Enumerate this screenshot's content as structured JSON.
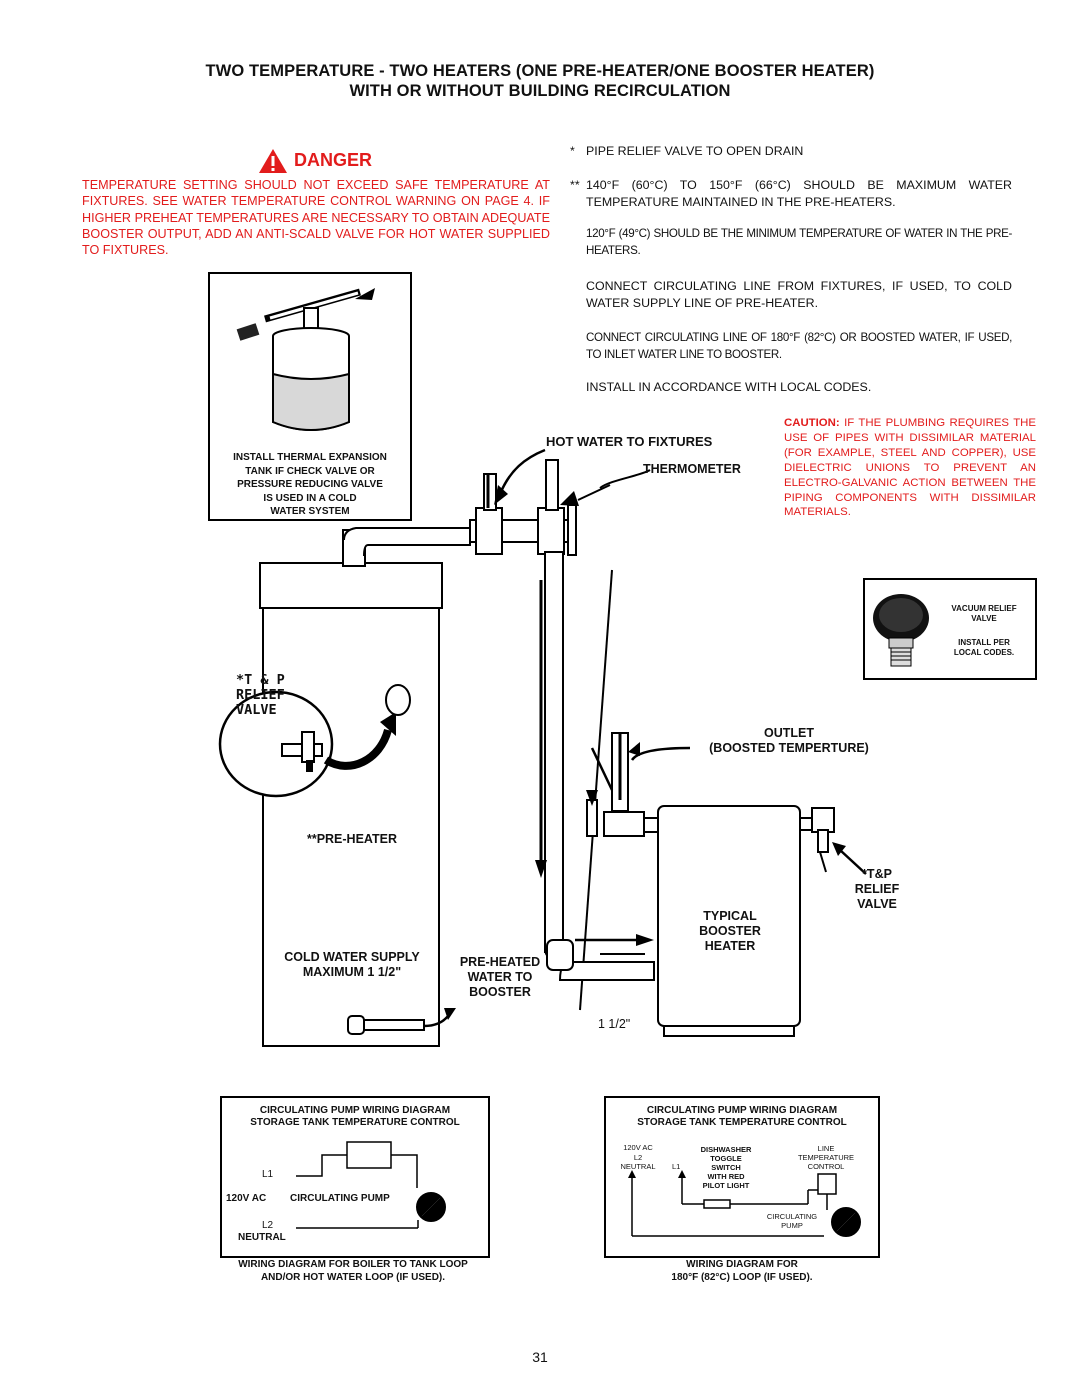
{
  "title": {
    "line1": "TWO TEMPERATURE - TWO HEATERS (ONE PRE-HEATER/ONE BOOSTER HEATER)",
    "line2": "WITH OR WITHOUT BUILDING RECIRCULATION"
  },
  "danger": {
    "heading": "DANGER",
    "text": "TEMPERATURE SETTING SHOULD NOT EXCEED SAFE TEMPERATURE AT FIXTURES. SEE WATER TEMPERATURE CONTROL WARNING ON PAGE 4. IF HIGHER PREHEAT TEMPERATURES ARE NECESSARY TO OBTAIN ADEQUATE BOOSTER OUTPUT, ADD AN ANTI-SCALD VALVE FOR HOT WATER SUPPLIED TO FIXTURES."
  },
  "notes": [
    {
      "mark": "*",
      "text": "PIPE RELIEF VALVE TO OPEN DRAIN"
    },
    {
      "mark": "**",
      "text": "140°F (60°C) TO 150°F (66°C) SHOULD BE MAXIMUM WATER TEMPERATURE MAINTAINED IN THE PRE-HEATERS."
    },
    {
      "mark": "",
      "text": "120°F (49°C) SHOULD BE THE MINIMUM TEMPERATURE OF WATER IN THE PRE-   HEATERS."
    },
    {
      "mark": "",
      "text": "CONNECT CIRCULATING LINE FROM FIXTURES, IF USED, TO COLD WATER SUPPLY LINE OF PRE-HEATER."
    },
    {
      "mark": "",
      "text": "CONNECT CIRCULATING LINE OF 180°F (82°C) OR BOOSTED WATER, IF USED, TO INLET WATER LINE TO BOOSTER."
    },
    {
      "mark": "",
      "text": "INSTALL IN ACCORDANCE WITH LOCAL CODES."
    }
  ],
  "caution": {
    "lead": "CAUTION:",
    "text": " IF THE PLUMBING REQUIRES THE USE OF PIPES WITH DISSIMILAR MATERIAL (FOR EXAMPLE, STEEL AND COPPER), USE DIELECTRIC UNIONS TO PREVENT AN ELECTRO-GALVANIC ACTION BETWEEN THE PIPING COMPONENTS WITH DISSIMILAR MATERIALS."
  },
  "expansion_tank": {
    "lines": [
      "INSTALL THERMAL EXPANSION",
      "TANK IF CHECK VALVE OR",
      "PRESSURE REDUCING VALVE",
      "IS USED IN A COLD",
      "WATER SYSTEM"
    ]
  },
  "vacuum_relief": {
    "label1": [
      "VACUUM RELIEF",
      "VALVE"
    ],
    "label2": [
      "INSTALL PER",
      "LOCAL CODES."
    ]
  },
  "diagram": {
    "hot_water": "HOT WATER TO FIXTURES",
    "thermometer": "THERMOMETER",
    "tp_relief": [
      "*T & P",
      "RELIEF",
      "VALVE"
    ],
    "pre_heater": "**PRE-HEATER",
    "cold_supply": [
      "COLD WATER SUPPLY",
      "MAXIMUM 1 1/2\""
    ],
    "pre_heated": [
      "PRE-HEATED",
      "WATER TO",
      "BOOSTER"
    ],
    "outlet": [
      "OUTLET",
      "(BOOSTED TEMPERTURE)"
    ],
    "booster_tp": [
      "*T&P",
      "RELIEF",
      "VALVE"
    ],
    "booster": [
      "TYPICAL",
      "BOOSTER",
      "HEATER"
    ],
    "pipe_size": "1 1/2\""
  },
  "wiring_left": {
    "title": [
      "CIRCULATING PUMP WIRING DIAGRAM",
      "STORAGE TANK TEMPERATURE CONTROL"
    ],
    "l1": "L1",
    "voltage": "120V AC",
    "pump": "CIRCULATING PUMP",
    "l2": "L2",
    "neutral": "NEUTRAL",
    "caption": [
      "WIRING DIAGRAM FOR BOILER TO TANK LOOP",
      "AND/OR HOT WATER LOOP (IF USED)."
    ]
  },
  "wiring_right": {
    "title": [
      "CIRCULATING PUMP WIRING DIAGRAM",
      "STORAGE TANK TEMPERATURE CONTROL"
    ],
    "voltage": "120V AC",
    "l2": "L2",
    "neutral": "NEUTRAL",
    "l1": "L1",
    "switch": [
      "DISHWASHER",
      "TOGGLE",
      "SWITCH",
      "WITH RED",
      "PILOT LIGHT"
    ],
    "line_control": [
      "LINE",
      "TEMPERATURE",
      "CONTROL"
    ],
    "pump": [
      "CIRCULATING",
      "PUMP"
    ],
    "caption": [
      "WIRING DIAGRAM FOR",
      "180°F (82°C) LOOP (IF USED)."
    ]
  },
  "page_number": "31"
}
